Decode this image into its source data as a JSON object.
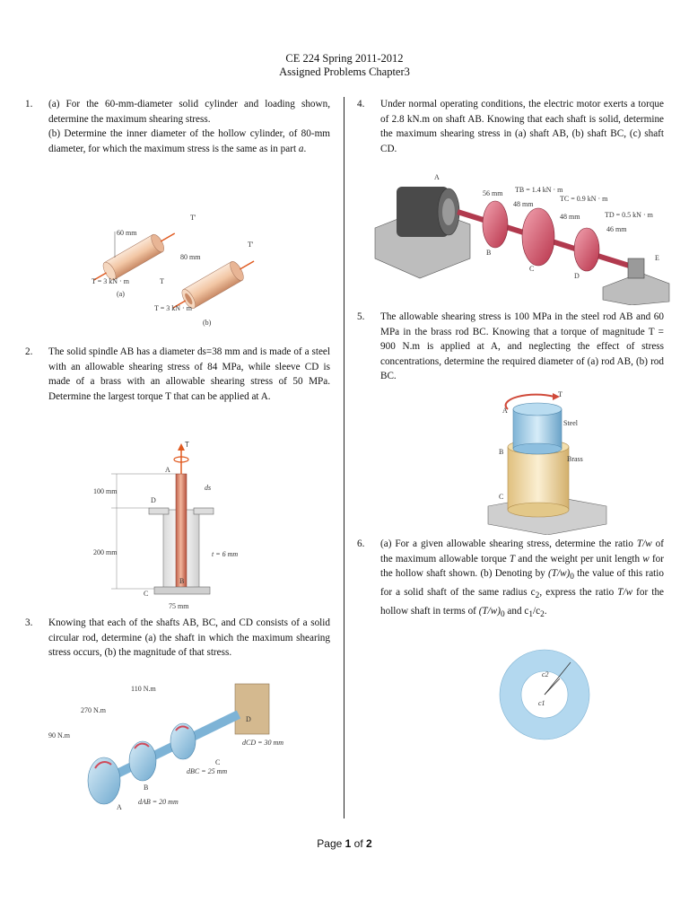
{
  "header": {
    "line1": "CE 224 Spring 2011-2012",
    "line2": "Assigned Problems Chapter3"
  },
  "problems": [
    {
      "num": "1.",
      "part_a": "(a) For the 60-mm-diameter solid cylinder and loading shown, determine the maximum shearing stress.",
      "part_b_pre": "(b) Determine the inner diameter of the hollow cylinder, of 80-mm diameter, for which the maximum stress is the same as in part ",
      "part_b_ital": "a",
      "part_b_post": "."
    },
    {
      "num": "2.",
      "text": "The solid spindle AB has a diameter ds=38 mm and is made of a steel with an allowable shearing stress of 84 MPa, while sleeve CD is made of a brass with an allowable shearing stress of 50 MPa. Determine the largest torque T that can be applied at A."
    },
    {
      "num": "3.",
      "text": "Knowing that each of the shafts AB, BC, and CD consists of a solid circular rod, determine (a) the shaft in which the maximum shearing stress occurs, (b) the magnitude of that stress."
    },
    {
      "num": "4.",
      "text": "Under normal operating conditions, the electric motor exerts a torque of 2.8 kN.m on shaft AB. Knowing that each shaft is solid, determine the maximum shearing stress in (a) shaft AB, (b) shaft BC, (c) shaft CD."
    },
    {
      "num": "5.",
      "text": "The allowable shearing stress is 100 MPa in the steel rod AB and 60 MPa in the brass rod BC. Knowing that a torque of magnitude T = 900 N.m is applied at A, and neglecting the effect of stress concentrations, determine the required diameter of (a) rod AB, (b) rod BC."
    },
    {
      "num": "6.",
      "t1": "(a) For a given allowable shearing stress, determine the ratio ",
      "t2": "T/w",
      "t3": " of the maximum allowable torque ",
      "t4": "T",
      "t5": " and the weight per unit length ",
      "t6": "w",
      "t7": " for the hollow shaft shown. (b) Denoting by ",
      "t8": "(T/w)",
      "t9": "0",
      "t10": " the value of this ratio for a solid shaft of the same radius c",
      "t11": "2",
      "t12": ", express the ratio ",
      "t13": "T/w",
      "t14": " for the hollow shaft in terms of ",
      "t15": "(T/w)",
      "t16": "0",
      "t17": " and c",
      "t18": "1",
      "t19": "/c",
      "t20": "2",
      "t21": "."
    }
  ],
  "figures": {
    "fig1": {
      "d1": "60 mm",
      "d2": "80 mm",
      "T1": "T = 3 kN · m",
      "T2": "T = 3 kN · m",
      "Tp1": "T'",
      "Tp2": "T'",
      "Ta": "T",
      "cap_a": "(a)",
      "cap_b": "(b)"
    },
    "fig2": {
      "T": "T",
      "A": "A",
      "ds": "ds",
      "D": "D",
      "B": "B",
      "C": "C",
      "h1": "100 mm",
      "h2": "200 mm",
      "t": "t = 6 mm",
      "w": "75 mm"
    },
    "fig3": {
      "t1": "110 N.m",
      "t2": "270 N.m",
      "t3": "90 N.m",
      "dcd": "dCD = 30 mm",
      "dbc": "dBC = 25 mm",
      "dab": "dAB = 20 mm",
      "A": "A",
      "B": "B",
      "C": "C",
      "D": "D"
    },
    "fig4": {
      "A": "A",
      "B": "B",
      "C": "C",
      "D": "D",
      "E": "E",
      "d56": "56 mm",
      "d48a": "48 mm",
      "d48b": "48 mm",
      "d46": "46 mm",
      "TB": "TB = 1.4 kN · m",
      "TC": "TC = 0.9 kN · m",
      "TD": "TD = 0.5 kN · m"
    },
    "fig5": {
      "T": "T",
      "A": "A",
      "B": "B",
      "C": "C",
      "steel": "Steel",
      "brass": "Brass"
    },
    "fig6": {
      "c2": "c2",
      "c1": "c1"
    }
  },
  "footer": {
    "pre": "Page ",
    "page": "1",
    "mid": " of ",
    "total": "2"
  },
  "colors": {
    "shaft_red": "#d04a5a",
    "shaft_blue": "#8fc3e0",
    "brass": "#f0d9a8",
    "steel": "#9ccbe6"
  }
}
